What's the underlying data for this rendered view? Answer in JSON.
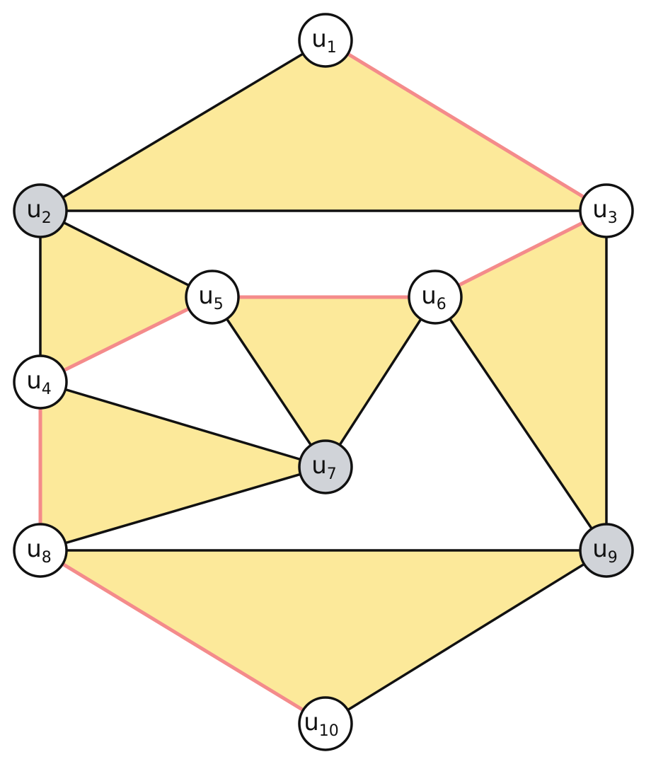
{
  "colors": {
    "face_fill": "#fce99a",
    "edge_black": "#111111",
    "edge_red": "#f48b8b",
    "node_white": "#ffffff",
    "node_gray": "#d0d3d8"
  },
  "nodes": [
    {
      "id": "u1",
      "base": "u",
      "sub": "1",
      "fill": "white"
    },
    {
      "id": "u2",
      "base": "u",
      "sub": "2",
      "fill": "gray"
    },
    {
      "id": "u3",
      "base": "u",
      "sub": "3",
      "fill": "white"
    },
    {
      "id": "u4",
      "base": "u",
      "sub": "4",
      "fill": "white"
    },
    {
      "id": "u5",
      "base": "u",
      "sub": "5",
      "fill": "white"
    },
    {
      "id": "u6",
      "base": "u",
      "sub": "6",
      "fill": "white"
    },
    {
      "id": "u7",
      "base": "u",
      "sub": "7",
      "fill": "gray"
    },
    {
      "id": "u8",
      "base": "u",
      "sub": "8",
      "fill": "white"
    },
    {
      "id": "u9",
      "base": "u",
      "sub": "9",
      "fill": "gray"
    },
    {
      "id": "u10",
      "base": "u",
      "sub": "10",
      "fill": "white"
    }
  ],
  "edges": [
    {
      "from": "u1",
      "to": "u2",
      "color": "black"
    },
    {
      "from": "u1",
      "to": "u3",
      "color": "red"
    },
    {
      "from": "u2",
      "to": "u3",
      "color": "black"
    },
    {
      "from": "u2",
      "to": "u5",
      "color": "black"
    },
    {
      "from": "u2",
      "to": "u4",
      "color": "black"
    },
    {
      "from": "u3",
      "to": "u6",
      "color": "red"
    },
    {
      "from": "u3",
      "to": "u9",
      "color": "black"
    },
    {
      "from": "u4",
      "to": "u5",
      "color": "red"
    },
    {
      "from": "u4",
      "to": "u7",
      "color": "black"
    },
    {
      "from": "u4",
      "to": "u8",
      "color": "red"
    },
    {
      "from": "u5",
      "to": "u6",
      "color": "red"
    },
    {
      "from": "u5",
      "to": "u7",
      "color": "black"
    },
    {
      "from": "u6",
      "to": "u7",
      "color": "black"
    },
    {
      "from": "u6",
      "to": "u9",
      "color": "black"
    },
    {
      "from": "u7",
      "to": "u8",
      "color": "black"
    },
    {
      "from": "u8",
      "to": "u9",
      "color": "black"
    },
    {
      "from": "u8",
      "to": "u10",
      "color": "red"
    },
    {
      "from": "u9",
      "to": "u10",
      "color": "black"
    }
  ],
  "faces": [
    [
      "u1",
      "u2",
      "u3"
    ],
    [
      "u2",
      "u4",
      "u5"
    ],
    [
      "u5",
      "u6",
      "u7"
    ],
    [
      "u3",
      "u6",
      "u9"
    ],
    [
      "u4",
      "u7",
      "u8"
    ],
    [
      "u8",
      "u9",
      "u10"
    ]
  ]
}
